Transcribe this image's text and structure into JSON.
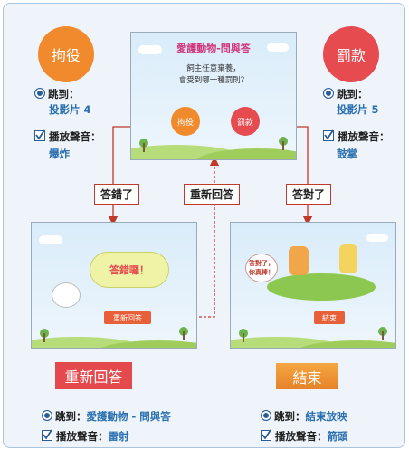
{
  "top": {
    "title": "愛護動物-問與答",
    "question": [
      "飼主任意棄養，",
      "會受到哪一種罰則？"
    ],
    "button_left": "拘役",
    "button_right": "罰款"
  },
  "left_option": {
    "circle": "拘役",
    "jump_label": "跳到：",
    "jump_value": "投影片 4",
    "sound_label": "播放聲音：",
    "sound_value": "爆炸"
  },
  "right_option": {
    "circle": "罰款",
    "jump_label": "跳到：",
    "jump_value": "投影片 5",
    "sound_label": "播放聲音：",
    "sound_value": "鼓掌"
  },
  "connectors": {
    "wrong": "答錯了",
    "retry": "重新回答",
    "correct": "答對了"
  },
  "wrong_slide": {
    "bubble": "答錯囉！",
    "button": "重新回答"
  },
  "correct_slide": {
    "bubble": [
      "答對了，",
      "你真棒！"
    ],
    "button": "結束"
  },
  "bottom_left": {
    "button": "重新回答",
    "jump_label": "跳到：",
    "jump_value": "愛護動物 - 問與答",
    "sound_label": "播放聲音：",
    "sound_value": "雷射"
  },
  "bottom_right": {
    "button": "結束",
    "jump_label": "跳到：",
    "jump_value": "結束放映",
    "sound_label": "播放聲音：",
    "sound_value": "箭頭"
  },
  "colors": {
    "orange": "#f08a2c",
    "red": "#e64b50",
    "line": "#c0392b",
    "blue": "#2a6fb0"
  }
}
